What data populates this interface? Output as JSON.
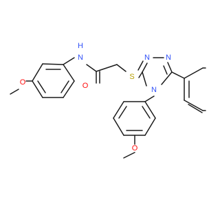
{
  "structure": {
    "atom_labels": {
      "nh": "H",
      "n_amide": "N",
      "o_carbonyl": "O",
      "s_thioether": "S",
      "n_triazole_top_left": "N",
      "n_triazole_top_right": "N",
      "n_triazole_bottom": "N",
      "o_methoxy_left": "O",
      "o_methoxy_bottom": "O"
    },
    "colors": {
      "bond": "#1a1a1a",
      "nitrogen": "#3050F8",
      "oxygen": "#FF0D0D",
      "sulfur": "#B8A000",
      "carbon": "#1a1a1a"
    }
  }
}
